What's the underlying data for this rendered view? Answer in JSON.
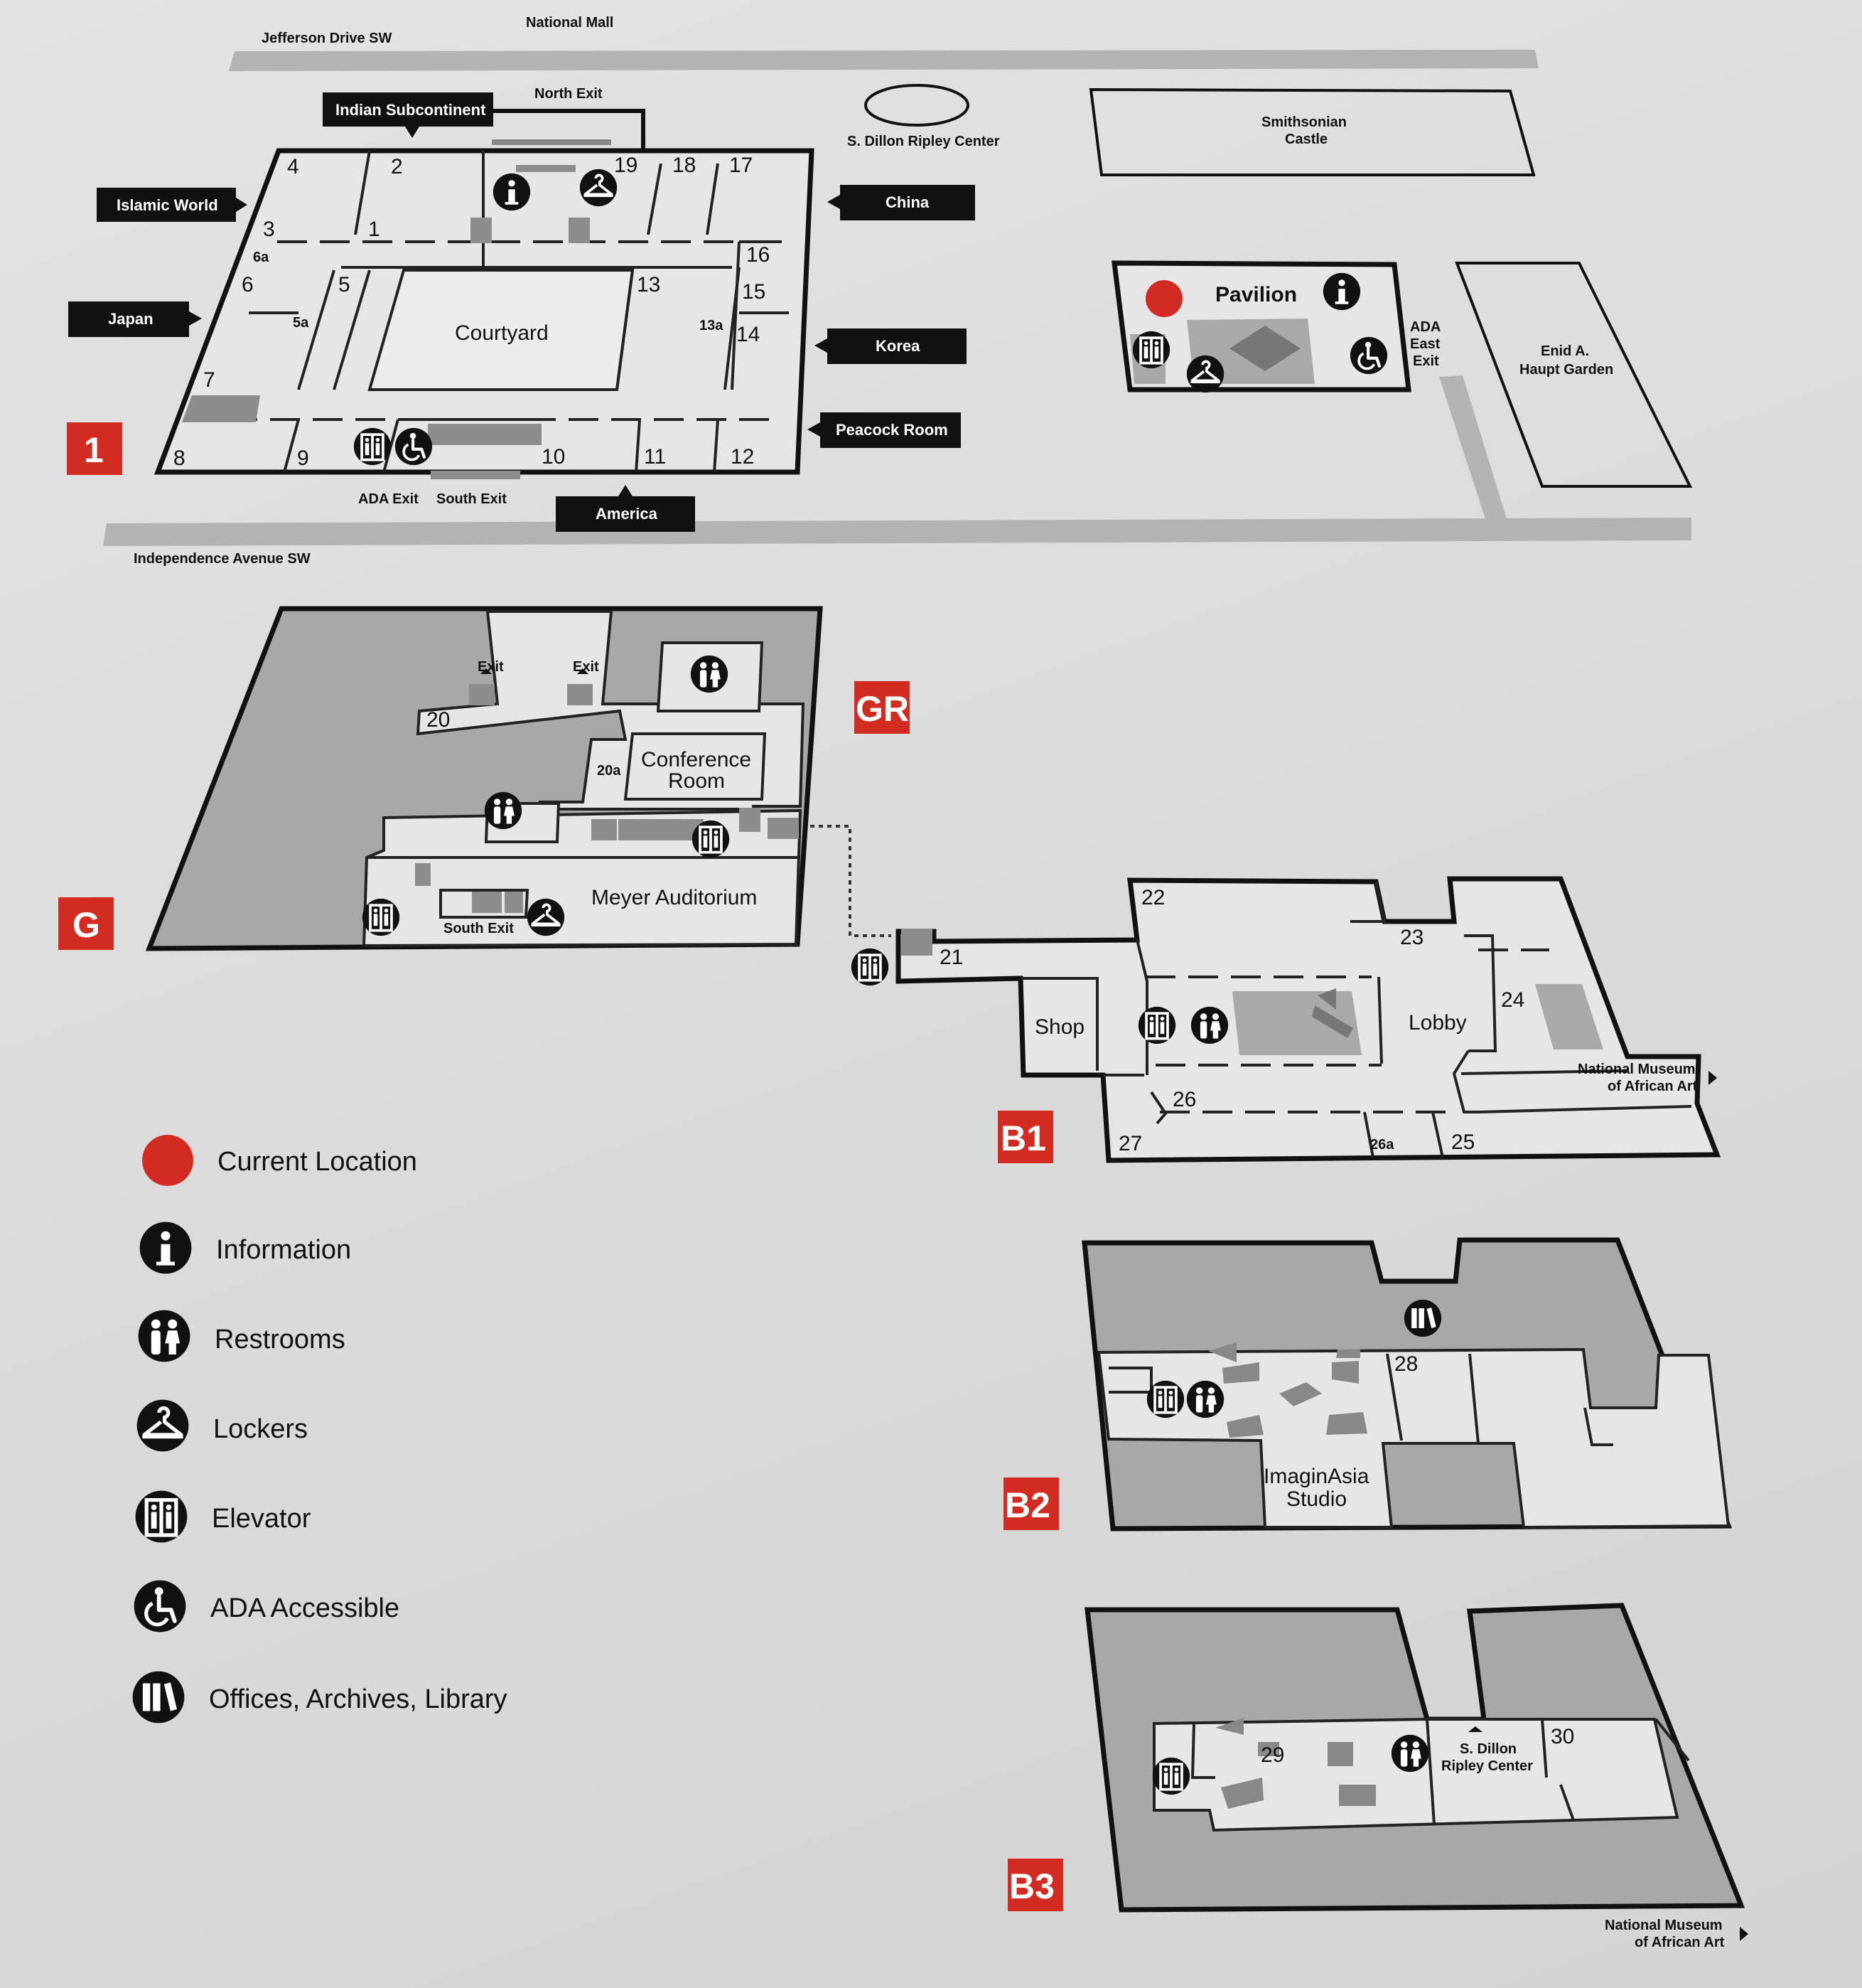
{
  "streets": {
    "top_left": "Jefferson Drive SW",
    "top_center": "National Mall",
    "bottom": "Independence Avenue SW"
  },
  "landmarks": {
    "ripley": "S. Dillon Ripley Center",
    "castle_line1": "Smithsonian",
    "castle_line2": "Castle",
    "garden_line1": "Enid A.",
    "garden_line2": "Haupt Garden",
    "pavilion": "Pavilion",
    "ada_east_line1": "ADA",
    "ada_east_line2": "East",
    "ada_east_line3": "Exit",
    "nmaa_line1": "National Museum",
    "nmaa_line2": "of African Art"
  },
  "floor1": {
    "badge": "1",
    "courtyard": "Courtyard",
    "north_exit": "North Exit",
    "ada_exit": "ADA Exit",
    "south_exit": "South Exit",
    "tags": {
      "indian": "Indian Subcontinent",
      "islamic": "Islamic World",
      "japan": "Japan",
      "china": "China",
      "korea": "Korea",
      "peacock": "Peacock Room",
      "america": "America"
    },
    "rooms": {
      "r1": "1",
      "r2": "2",
      "r3": "3",
      "r4": "4",
      "r5": "5",
      "r5a": "5a",
      "r6": "6",
      "r6a": "6a",
      "r7": "7",
      "r8": "8",
      "r9": "9",
      "r10": "10",
      "r11": "11",
      "r12": "12",
      "r13": "13",
      "r13a": "13a",
      "r14": "14",
      "r15": "15",
      "r16": "16",
      "r17": "17",
      "r18": "18",
      "r19": "19"
    }
  },
  "floorG": {
    "badge_g": "G",
    "badge_gr": "GR",
    "exit": "Exit",
    "r20": "20",
    "r20a": "20a",
    "conference_line1": "Conference",
    "conference_line2": "Room",
    "meyer": "Meyer Auditorium",
    "south_exit": "South Exit"
  },
  "floorB1": {
    "badge": "B1",
    "shop": "Shop",
    "lobby": "Lobby",
    "rooms": {
      "r21": "21",
      "r22": "22",
      "r23": "23",
      "r24": "24",
      "r25": "25",
      "r26": "26",
      "r26a": "26a",
      "r27": "27"
    }
  },
  "floorB2": {
    "badge": "B2",
    "r28": "28",
    "studio_line1": "ImaginAsia",
    "studio_line2": "Studio"
  },
  "floorB3": {
    "badge": "B3",
    "r29": "29",
    "r30": "30",
    "ripley_line1": "S. Dillon",
    "ripley_line2": "Ripley Center"
  },
  "legend": [
    {
      "icon": "current-location-icon",
      "label": "Current Location"
    },
    {
      "icon": "information-icon",
      "label": "Information"
    },
    {
      "icon": "restroom-icon",
      "label": "Restrooms"
    },
    {
      "icon": "locker-icon",
      "label": "Lockers"
    },
    {
      "icon": "elevator-icon",
      "label": "Elevator"
    },
    {
      "icon": "ada-accessible-icon",
      "label": "ADA Accessible"
    },
    {
      "icon": "library-icon",
      "label": "Offices, Archives, Library"
    }
  ],
  "colors": {
    "current_location": "#d22b22",
    "badge": "#d22b22",
    "icon": "#111111"
  }
}
